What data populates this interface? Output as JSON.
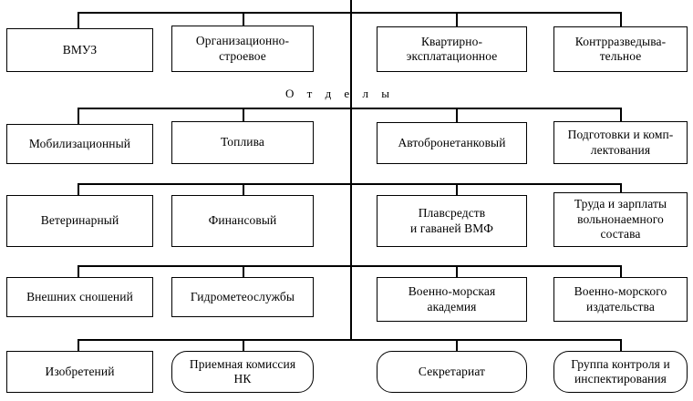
{
  "diagram": {
    "title_label": "О т д е л ы",
    "line_color": "#000000",
    "background_color": "#ffffff",
    "rows": [
      {
        "row_id": "row-1",
        "nodes": [
          {
            "id": "vmuz",
            "label": "ВМУЗ",
            "shape": "rect"
          },
          {
            "id": "org-stroevoe",
            "label": "Организационно-\nстроевое",
            "shape": "rect"
          },
          {
            "id": "kvartirno",
            "label": "Квартирно-\nэксплатационное",
            "shape": "rect"
          },
          {
            "id": "kontrrazvedyvatelnoe",
            "label": "Контрразведыва-\nтельное",
            "shape": "rect"
          }
        ]
      },
      {
        "row_id": "row-2",
        "nodes": [
          {
            "id": "mobilizacionnyj",
            "label": "Мобилизационный",
            "shape": "rect"
          },
          {
            "id": "topliva",
            "label": "Топлива",
            "shape": "rect"
          },
          {
            "id": "avtobronetankovyj",
            "label": "Автобронетанковый",
            "shape": "rect"
          },
          {
            "id": "podgotovki",
            "label": "Подготовки и комп-\nлектования",
            "shape": "rect"
          }
        ]
      },
      {
        "row_id": "row-3",
        "nodes": [
          {
            "id": "veterinarnyj",
            "label": "Ветеринарный",
            "shape": "rect"
          },
          {
            "id": "finansovyj",
            "label": "Финансовый",
            "shape": "rect"
          },
          {
            "id": "plavsredstv",
            "label": "Плавсредств\nи гаваней ВМФ",
            "shape": "rect"
          },
          {
            "id": "truda-i-zarplaty",
            "label": "Труда и зарплаты\nвольнонаемного\nсостава",
            "shape": "rect"
          }
        ]
      },
      {
        "row_id": "row-4",
        "nodes": [
          {
            "id": "vneshnih-snoshenij",
            "label": "Внешних сношений",
            "shape": "rect"
          },
          {
            "id": "gidrometeosluzhby",
            "label": "Гидрометеослужбы",
            "shape": "rect"
          },
          {
            "id": "voenno-morskaya-akademiya",
            "label": "Военно-морская\nакадемия",
            "shape": "rect"
          },
          {
            "id": "voenno-morskogo-izdatelstva",
            "label": "Военно-морского\nиздательства",
            "shape": "rect"
          }
        ]
      },
      {
        "row_id": "row-5",
        "nodes": [
          {
            "id": "izobretenij",
            "label": "Изобретений",
            "shape": "rect"
          },
          {
            "id": "priemnaya-komissiya",
            "label": "Приемная комиссия\nНК",
            "shape": "rounded"
          },
          {
            "id": "sekretariat",
            "label": "Секретариат",
            "shape": "rounded"
          },
          {
            "id": "gruppa-kontrolya",
            "label": "Группа контроля и\nинспектирования",
            "shape": "rounded"
          }
        ]
      }
    ]
  }
}
